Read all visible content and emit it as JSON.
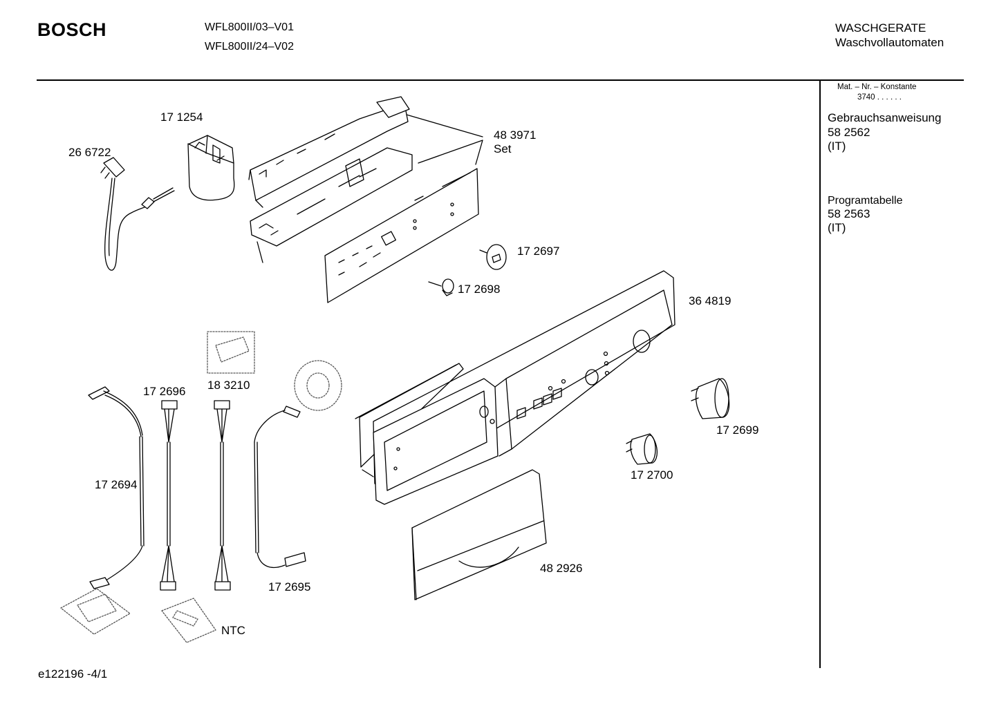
{
  "header": {
    "brand": "BOSCH",
    "models": [
      "WFL800II/03–V01",
      "WFL800II/24–V02"
    ],
    "category": "WASCHGERATE",
    "subcategory": "Waschvollautomaten"
  },
  "sidebar": {
    "mat_nr_label": "Mat. – Nr. – Konstante",
    "mat_nr_value": "3740 . . . . . .",
    "documents": [
      {
        "title": "Gebrauchsanweisung",
        "number": "58 2562",
        "lang": "(IT)"
      },
      {
        "title": "Programtabelle",
        "number": "58 2563",
        "lang": "(IT)"
      }
    ]
  },
  "parts": {
    "p266722": "26 6722",
    "p171254": "17 1254",
    "p483971": "48 3971",
    "p483971_sub": "Set",
    "p172697": "17 2697",
    "p172698": "17 2698",
    "p364819": "36 4819",
    "p172696": "17 2696",
    "p183210": "18 3210",
    "p172694": "17 2694",
    "p172695": "17 2695",
    "p172699": "17 2699",
    "p172700": "17 2700",
    "p482926": "48 2926",
    "ntc": "NTC"
  },
  "footer": {
    "drawing_id": "e122196 -4/1"
  }
}
